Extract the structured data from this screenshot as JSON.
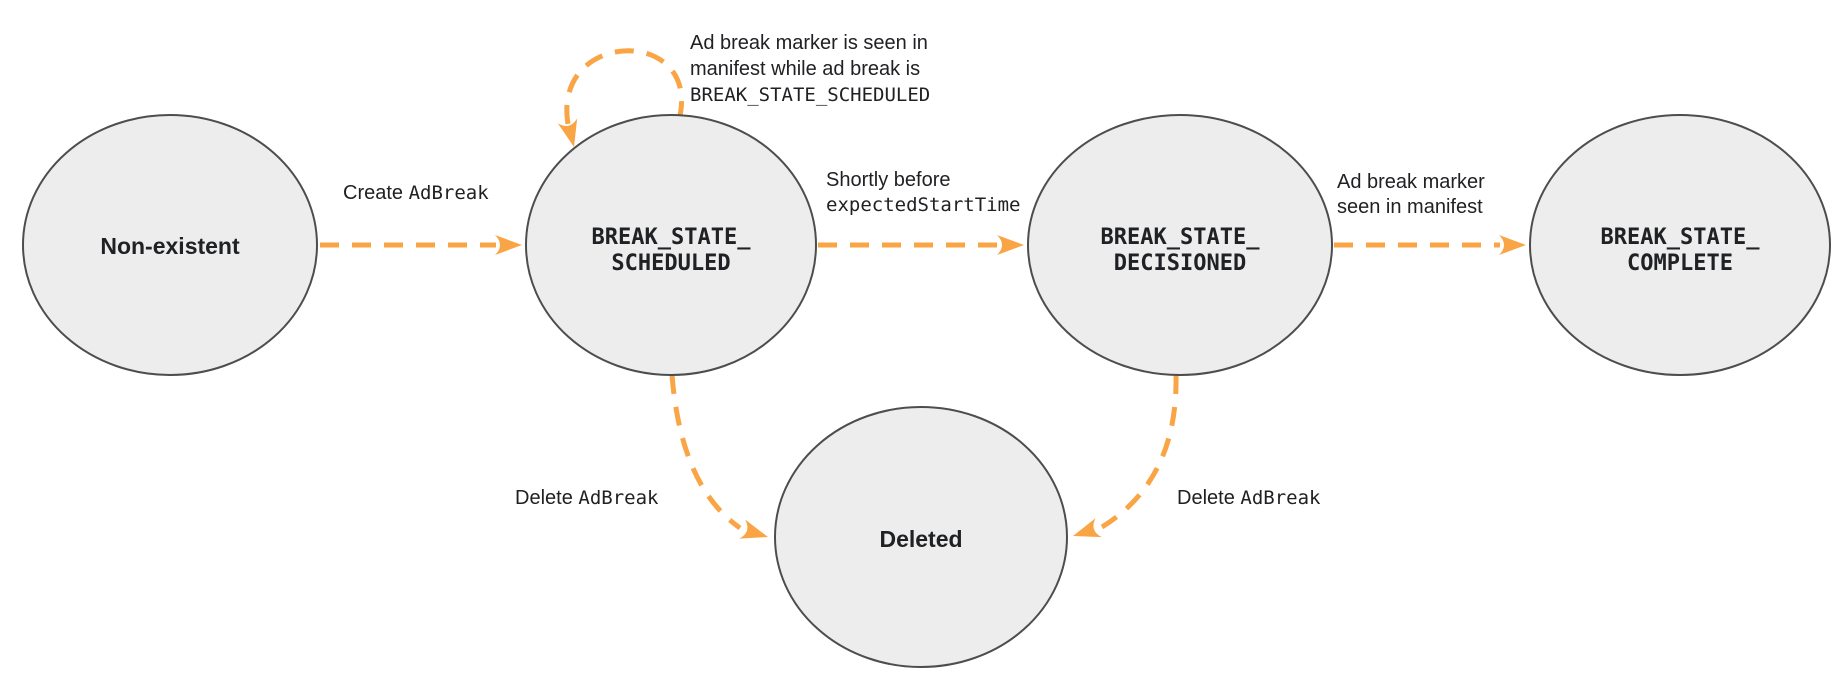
{
  "colors": {
    "accent": "#F9A545",
    "node_fill": "#EDEDED",
    "node_stroke": "#4D4D4D",
    "text": "#202124",
    "background": "#FFFFFF"
  },
  "states": [
    {
      "id": "non-existent",
      "label": "Non-existent"
    },
    {
      "id": "break-state-scheduled",
      "label_lines": [
        "BREAK_STATE_",
        "SCHEDULED"
      ]
    },
    {
      "id": "break-state-decisioned",
      "label_lines": [
        "BREAK_STATE_",
        "DECISIONED"
      ]
    },
    {
      "id": "break-state-complete",
      "label_lines": [
        "BREAK_STATE_",
        "COMPLETE"
      ]
    },
    {
      "id": "deleted",
      "label": "Deleted"
    }
  ],
  "transitions": {
    "create": {
      "text": "Create ",
      "code": "AdBreak"
    },
    "self_loop": {
      "line1": "Ad break marker is seen in",
      "line2": "manifest while ad break is",
      "line3": "BREAK_STATE_SCHEDULED"
    },
    "decision": {
      "line1": "Shortly before",
      "code": "expectedStartTime"
    },
    "complete": {
      "line1": "Ad break marker",
      "line2": "seen in manifest"
    },
    "delete_left": {
      "text": "Delete ",
      "code": "AdBreak"
    },
    "delete_right": {
      "text": "Delete ",
      "code": "AdBreak"
    }
  }
}
